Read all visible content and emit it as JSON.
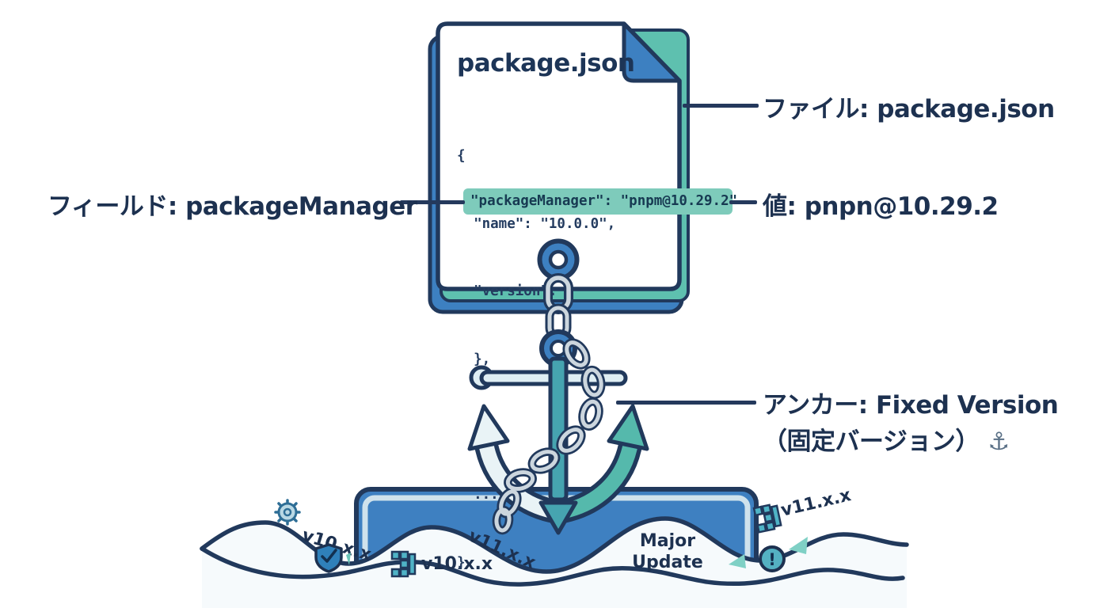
{
  "document": {
    "title": "package.json",
    "code": {
      "l1": "{",
      "l2": "  \"name\": \"10.0.0\",",
      "l3": "  \"version\": {",
      "l4": "  },",
      "hl": "\"packageManager\": \"pnpm@10.29.2\"",
      "l6": "  ...",
      "l7": "}"
    }
  },
  "callouts": {
    "file": "ファイル: package.json",
    "field": "フィールド: packageManager",
    "value": "値: pnpn@10.29.2",
    "anchor_line1": "アンカー: Fixed Version",
    "anchor_line2": "（固定バージョン）",
    "anchor_emoji": "⚓"
  },
  "sea": {
    "tag1": "v10.x.x",
    "tag2": "v10.x.x",
    "tag3": "v11.x.x",
    "major_line1": "Major",
    "major_line2": "Update",
    "tag4": "v11.x.x",
    "warning_glyph": "!"
  },
  "icons": {
    "names": [
      "gear-icon",
      "shield-check-icon",
      "grid-icon-left",
      "grid-icon-right",
      "warning-icon",
      "anchor-emoji-icon",
      "anchor-illustration",
      "chain-links",
      "document-fold"
    ]
  },
  "colors": {
    "navy_outline": "#21395c",
    "text_navy": "#1d3150",
    "blue": "#3d80c1",
    "teal_highlight": "#7ecbbb",
    "teal_accent": "#55b9ac",
    "anchor_teal": "#46a4b0",
    "chain_gray": "#ccd6de",
    "wave_fill": "#f6fafc",
    "paper": "#ffffff"
  }
}
